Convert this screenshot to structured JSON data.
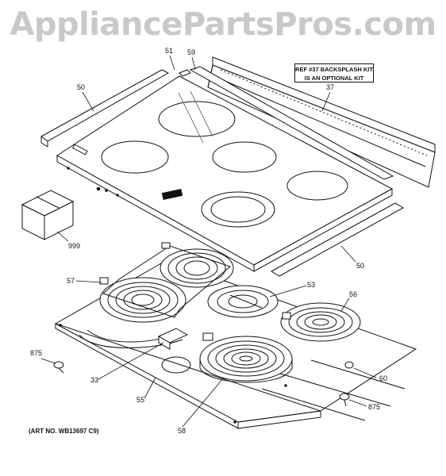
{
  "watermark": "AppliancePartsPros.com",
  "art_number": "(ART NO. WB13697 C9)",
  "note": {
    "line1": "REF #37 BACKSPLASH KIT",
    "line2": "IS AN OPTIONAL KIT"
  },
  "callouts": {
    "c50_top": "50",
    "c51": "51",
    "c59": "59",
    "c37": "37",
    "c999": "999",
    "c50_right": "50",
    "c57": "57",
    "c53": "53",
    "c56": "56",
    "c875_left": "875",
    "c33": "33",
    "c55": "55",
    "c60": "60",
    "c875_right": "875",
    "c58": "58"
  }
}
